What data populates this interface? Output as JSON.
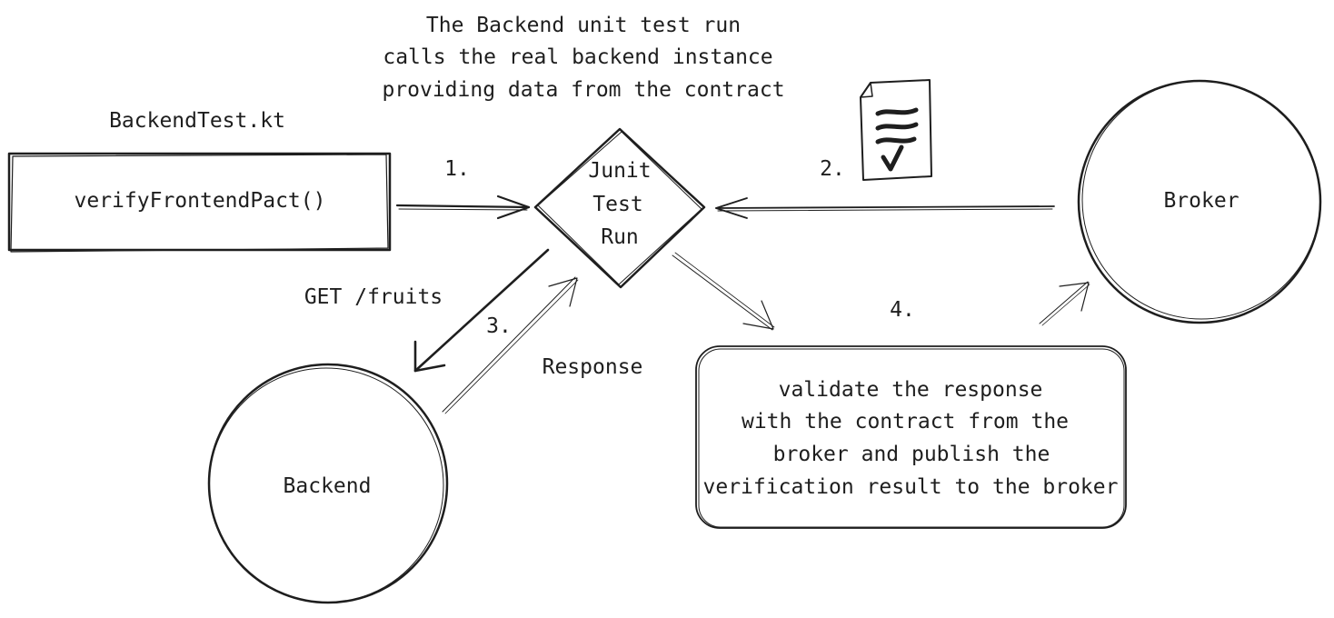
{
  "caption": {
    "line1": "The Backend unit test run",
    "line2": "calls the real backend instance",
    "line3": "providing data from the contract"
  },
  "file_label": "BackendTest.kt",
  "method_box": {
    "label": "verifyFrontendPact()"
  },
  "junit": {
    "line1": "Junit",
    "line2": "Test",
    "line3": "Run"
  },
  "broker": {
    "label": "Broker"
  },
  "backend": {
    "label": "Backend"
  },
  "steps": {
    "step1": "1.",
    "step2": "2.",
    "step3": "3.",
    "step4": "4."
  },
  "request_label": "GET /fruits",
  "response_label": "Response",
  "validate_box": {
    "line1": "validate the response",
    "line2": "with the contract from the",
    "line3": "broker and publish the",
    "line4": "verification result to the broker"
  },
  "contract_icon": "contract-document-checkmark-icon"
}
